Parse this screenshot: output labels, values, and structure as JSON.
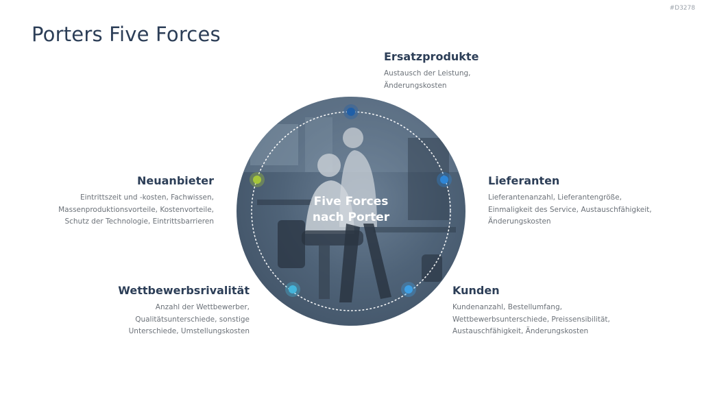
{
  "slide_id": "#D3278",
  "title": "Porters Five Forces",
  "center": {
    "line1": "Five Forces",
    "line2": "nach Porter"
  },
  "forces": {
    "ersatzprodukte": {
      "title": "Ersatzprodukte",
      "description": "Austausch der Leistung,\nÄnderungskosten",
      "color": "#1f5fa8"
    },
    "lieferanten": {
      "title": "Lieferanten",
      "description": "Lieferantenanzahl, Lieferantengröße,\nEinmaligkeit des Service, Austauschfähigkeit,\nÄnderungskosten",
      "color": "#2f86d6"
    },
    "kunden": {
      "title": "Kunden",
      "description": "Kundenanzahl, Bestellumfang,\nWettbewerbsunterschiede, Preissensibilität,\nAustauschfähigkeit, Änderungskosten",
      "color": "#3ea0e6"
    },
    "wettbewerb": {
      "title": "Wettbewerbsrivalität",
      "description": "Anzahl der Wettbewerber,\nQualitätsunterschiede, sonstige\nUnterschiede, Umstellungskosten",
      "color": "#44b6dc"
    },
    "neuanbieter": {
      "title": "Neuanbieter",
      "description": "Eintrittszeit und -kosten, Fachwissen,\nMassenproduktionsvorteile, Kostenvorteile,\nSchutz der Technologie, Eintrittsbarrieren",
      "color": "#a6c63a"
    }
  }
}
